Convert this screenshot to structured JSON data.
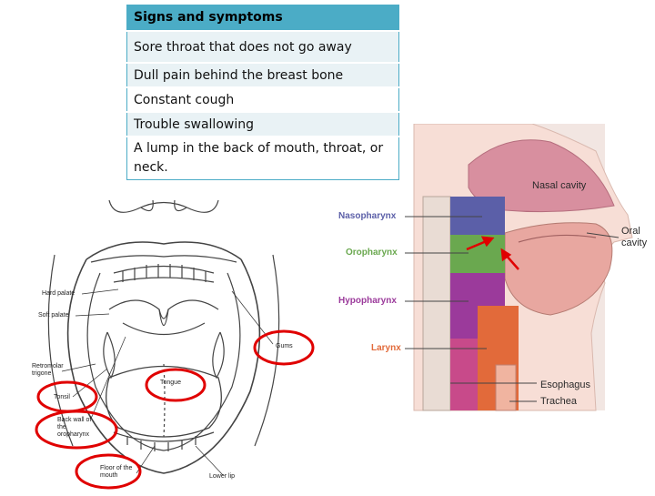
{
  "table": {
    "header": "Signs and symptoms",
    "rows": [
      "Sore throat that does not go away",
      "Dull pain behind the breast bone",
      "Constant cough",
      "Trouble swallowing",
      "A lump in the back of mouth, throat, or neck."
    ]
  },
  "mouth_labels": {
    "hard_palate": "Hard palate",
    "soft_palate": "Soft palate",
    "retromolar": "Retromolar trigone",
    "tonsil": "Tonsil",
    "back_wall": "Back wall of the oropharynx",
    "floor": "Floor of the mouth",
    "tongue": "Tongue",
    "gums": "Gums",
    "lower_lip": "Lower lip"
  },
  "throat_labels": {
    "nasal_cavity": "Nasal cavity",
    "nasopharynx": "Nasopharynx",
    "oropharynx": "Oropharynx",
    "hypopharynx": "Hypopharynx",
    "larynx": "Larynx",
    "oral_cavity": "Oral cavity",
    "esophagus": "Esophagus",
    "trachea": "Trachea"
  },
  "colors": {
    "header": "#4bacc6",
    "nasopharynx": "#5b5fa8",
    "oropharynx": "#6aa84f",
    "hypopharynx": "#9b3a9b",
    "larynx": "#e26a3a",
    "highlight": "#e00000"
  }
}
